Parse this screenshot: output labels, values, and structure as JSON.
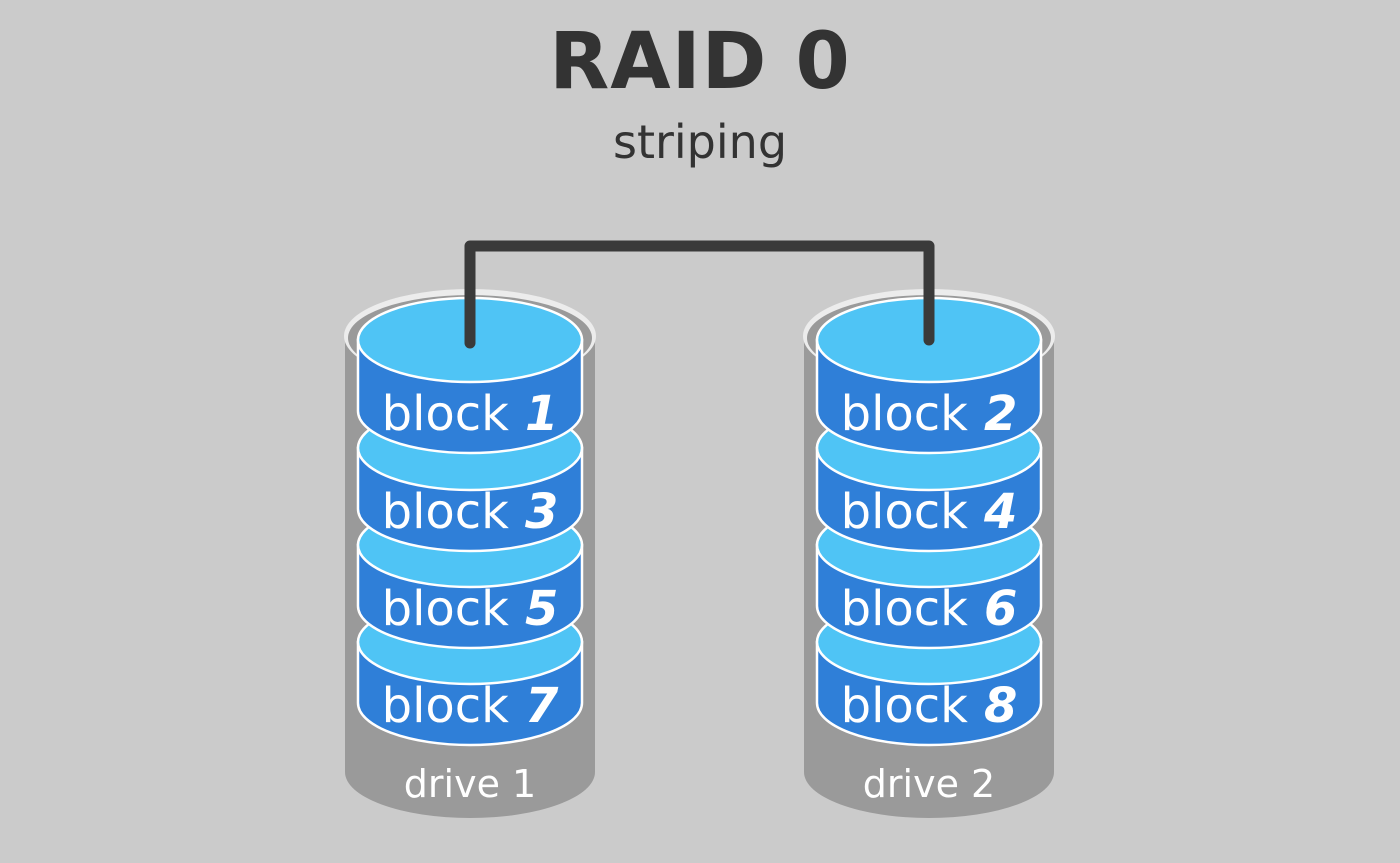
{
  "title": "RAID 0",
  "subtitle": "striping",
  "block_word": "block",
  "colors": {
    "background": "#cbcbcb",
    "drive_body": "#9a9a9a",
    "drive_rim": "#ececec",
    "block_side": "#2f7fd8",
    "block_top": "#4fc4f5",
    "block_edge": "#ffffff",
    "connector": "#3a3a3a",
    "text_dark": "#333333"
  },
  "drives": [
    {
      "label": "drive 1",
      "blocks": [
        "1",
        "3",
        "5",
        "7"
      ]
    },
    {
      "label": "drive 2",
      "blocks": [
        "2",
        "4",
        "6",
        "8"
      ]
    }
  ]
}
